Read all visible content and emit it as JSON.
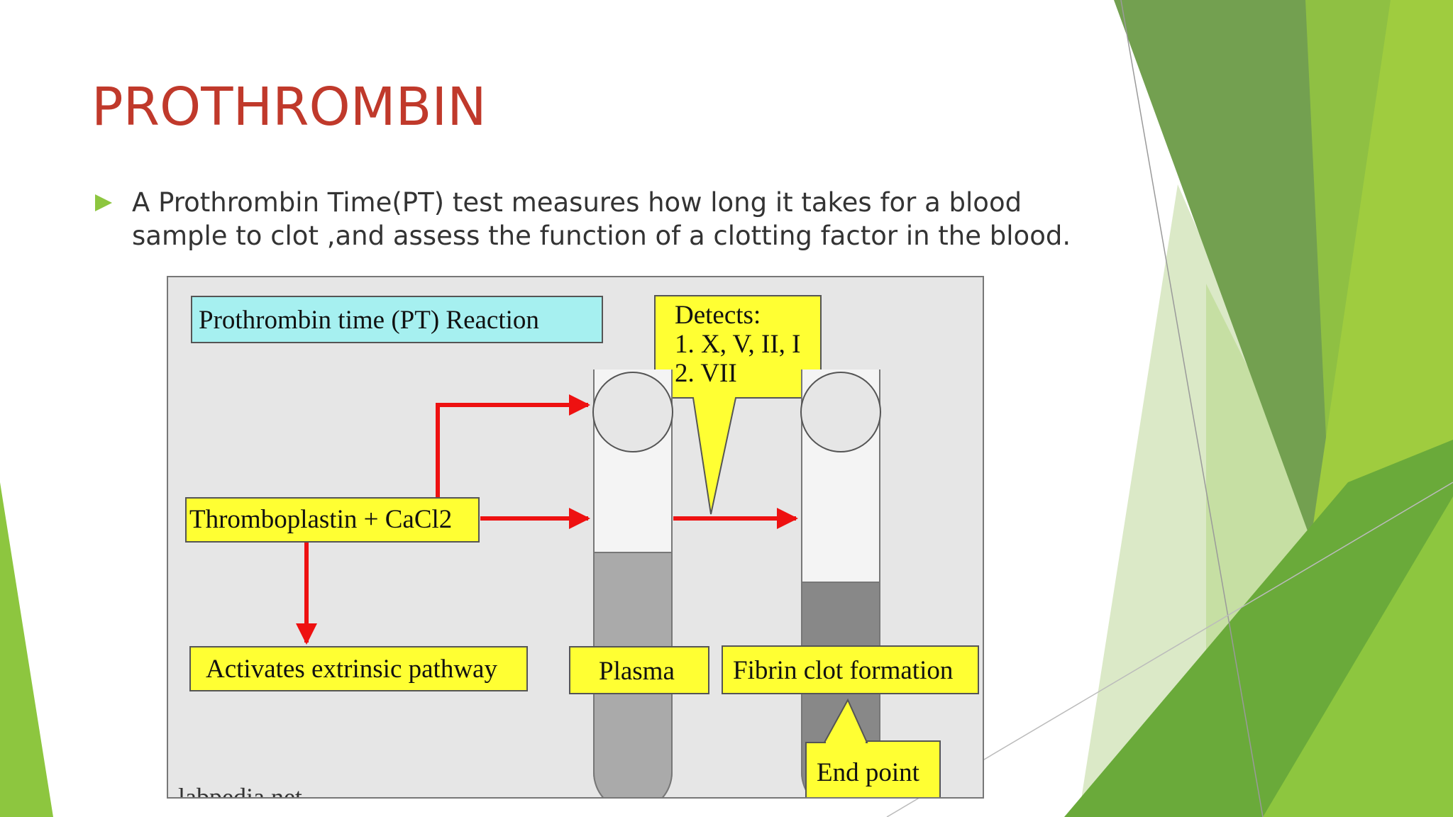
{
  "slide": {
    "title": "PROTHROMBIN",
    "bullet_text": "A Prothrombin Time(PT) test measures how long it takes for a blood sample to clot ,and assess the function of a clotting factor in the blood."
  },
  "diagram": {
    "title_box": "Prothrombin time (PT) Reaction",
    "detects_lines": [
      "Detects:",
      "1. X, V, II, I",
      "2. VII"
    ],
    "reagent_box": "Thromboplastin + CaCl2",
    "activates_box": "Activates extrinsic pathway",
    "plasma_box": "Plasma",
    "fibrin_box": "Fibrin clot formation",
    "endpoint_box": "End point",
    "watermark": "labpedia.net"
  },
  "colors": {
    "title_red": "#c0392b",
    "accent_green": "#8dc63f",
    "label_yellow": "#ffff33",
    "title_box_cyan": "#a6f0f0",
    "arrow_red": "#ee1111",
    "diagram_bg": "#e6e6e6"
  }
}
